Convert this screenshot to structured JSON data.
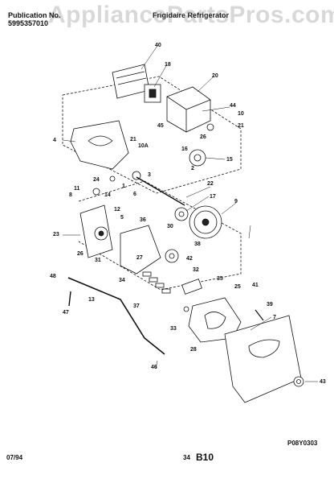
{
  "header": {
    "publication_label": "Publication No.",
    "publication_number": "5995357010",
    "model_title": "Frigidaire Refrigerator",
    "watermark": "AppliancePartsPros.com"
  },
  "footer": {
    "date_code": "07/94",
    "page_number": "34",
    "section_code": "B10",
    "figure_code": "P08Y0303"
  },
  "callouts": [
    "40",
    "18",
    "20",
    "44",
    "10",
    "21",
    "45",
    "26",
    "16",
    "15",
    "4",
    "21",
    "10A",
    "2",
    "24",
    "1",
    "3",
    "6",
    "22",
    "11",
    "8",
    "14",
    "17",
    "9",
    "23",
    "12",
    "5",
    "36",
    "30",
    "38",
    "42",
    "32",
    "26",
    "27",
    "31",
    "34",
    "48",
    "35",
    "25",
    "41",
    "13",
    "37",
    "39",
    "33",
    "7",
    "47",
    "28",
    "46",
    "43"
  ]
}
